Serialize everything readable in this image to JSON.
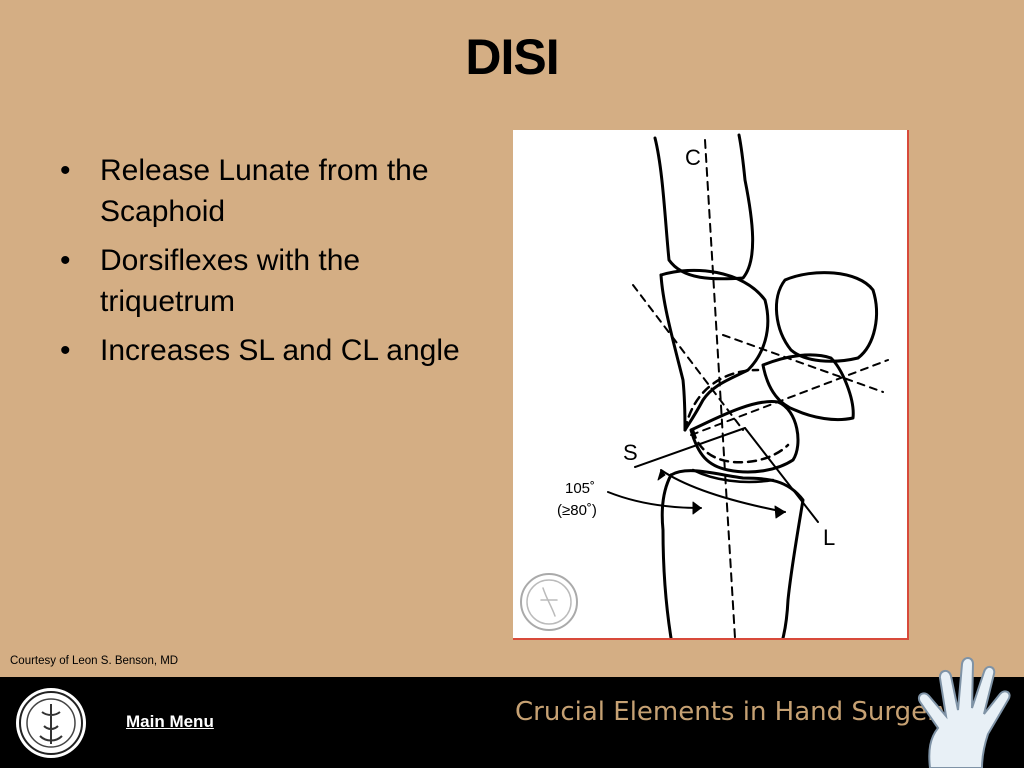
{
  "slide": {
    "title": "DISI",
    "bullets": [
      "Release Lunate from the Scaphoid",
      "Dorsiflexes with the triquetrum",
      "Increases SL and CL angle"
    ],
    "credit": "Courtesy of Leon S. Benson, MD"
  },
  "figure": {
    "label_c": "C",
    "label_s": "S",
    "label_l": "L",
    "angle": "105˚",
    "angle_range": "(≥80˚)"
  },
  "footer": {
    "main_menu": "Main Menu",
    "brand": "Crucial Elements in Hand Surgery"
  },
  "colors": {
    "background": "#d4ae84",
    "footer": "#000000",
    "brand_text": "#c6a173",
    "figure_border": "#d84a3a"
  }
}
